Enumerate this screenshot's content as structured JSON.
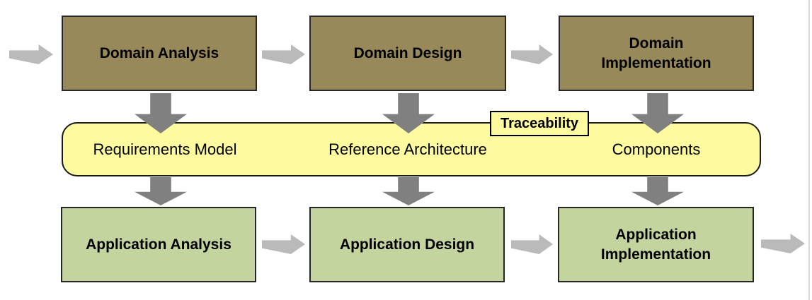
{
  "colors": {
    "domain_box_fill": "#97895a",
    "application_box_fill": "#c3d49f",
    "band_fill": "#fdfa9f",
    "box_border": "#262626",
    "band_border": "#1a1a1a",
    "arrow_horizontal": "#bababa",
    "arrow_vertical": "#808080",
    "page_edge": "#d9d9d9",
    "text": "#000000"
  },
  "top_row": {
    "boxes": [
      {
        "label": "Domain Analysis"
      },
      {
        "label": "Domain Design"
      },
      {
        "label": "Domain\nImplementation"
      }
    ]
  },
  "band": {
    "tag_label": "Traceability",
    "labels": [
      "Requirements Model",
      "Reference Architecture",
      "Components"
    ]
  },
  "bottom_row": {
    "boxes": [
      {
        "label": "Application Analysis"
      },
      {
        "label": "Application Design"
      },
      {
        "label": "Application\nImplementation"
      }
    ]
  }
}
